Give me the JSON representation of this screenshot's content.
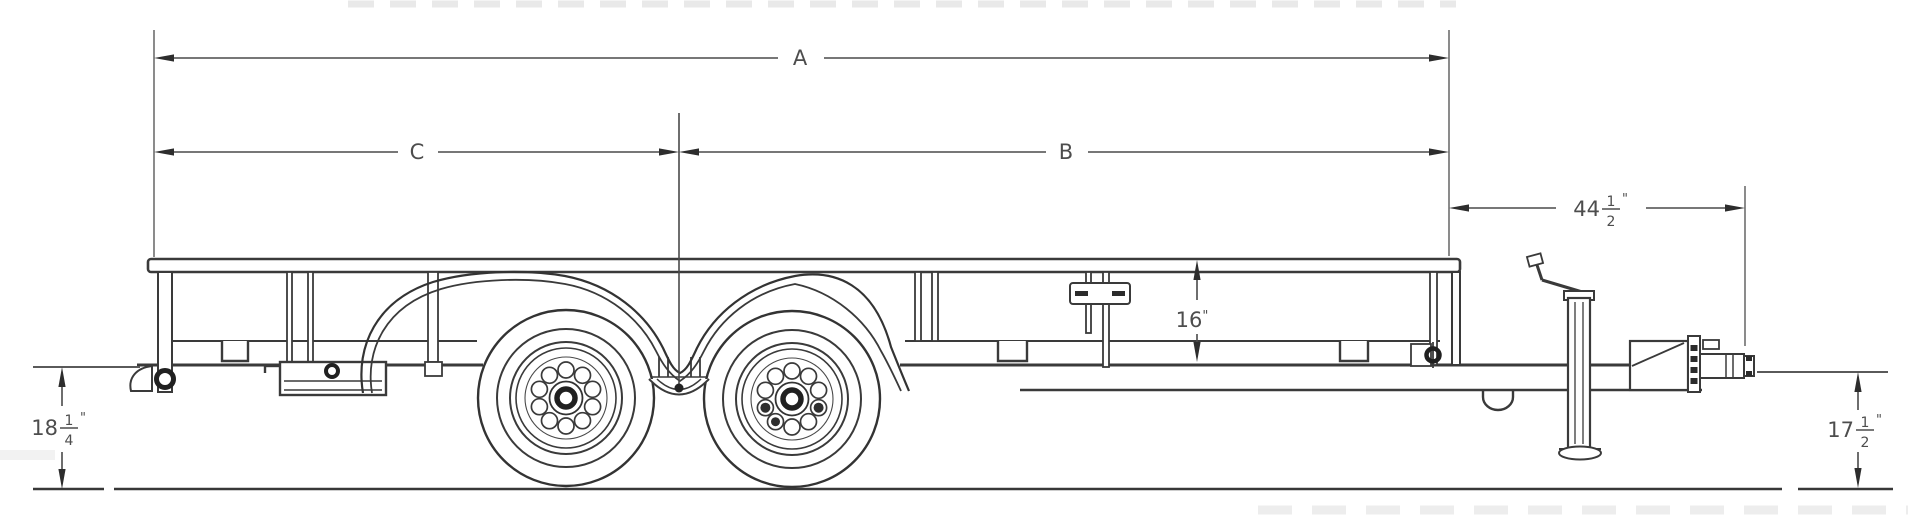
{
  "meta": {
    "drawing_type": "tandem-axle utility trailer side-view dimension drawing"
  },
  "labels": {
    "overall_length": "A",
    "front_section": "B",
    "rear_section": "C"
  },
  "dimensions": {
    "side_rail_height": {
      "value": "16",
      "unit": "\""
    },
    "tongue_length": {
      "whole": "44",
      "numerator": "1",
      "denominator": "2",
      "unit": "\""
    },
    "rear_deck_height": {
      "whole": "18",
      "numerator": "1",
      "denominator": "4",
      "unit": "\""
    },
    "coupler_height": {
      "whole": "17",
      "numerator": "1",
      "denominator": "2",
      "unit": "\""
    }
  },
  "colors": {
    "line": "#3a3a3a",
    "dimension": "#4a4a4a",
    "arrow": "#2d2d2d",
    "text": "#4d4d4d",
    "background": "#ffffff"
  }
}
